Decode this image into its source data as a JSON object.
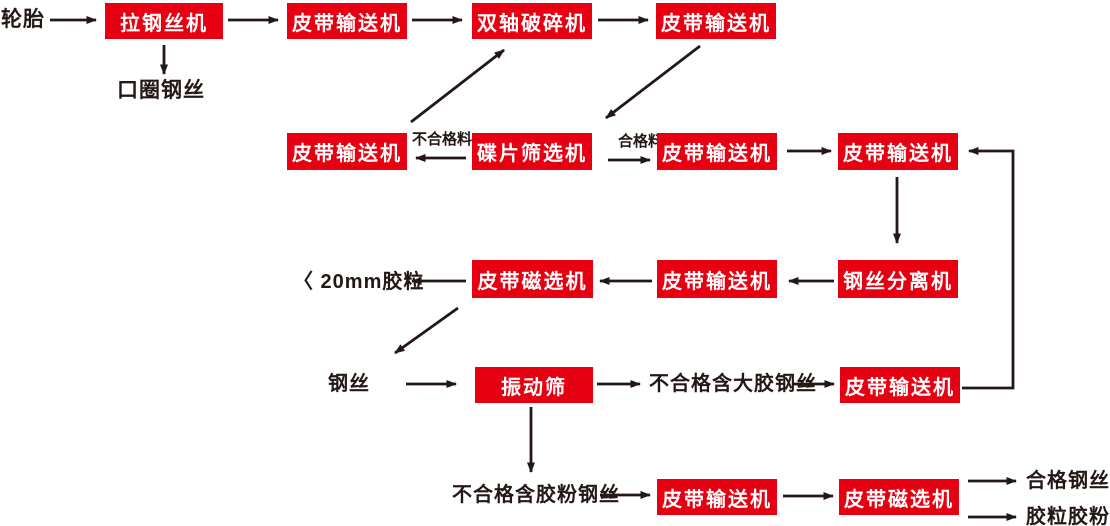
{
  "colors": {
    "box_fill": "#e60012",
    "box_text": "#ffffff",
    "line": "#231815",
    "text": "#231815",
    "background": "#ffffff"
  },
  "nodes": {
    "tire": {
      "label": "轮胎"
    },
    "wire_drawing_machine": {
      "label": "拉钢丝机"
    },
    "belt_conveyor_1": {
      "label": "皮带输送机"
    },
    "double_shaft_crusher": {
      "label": "双轴破碎机"
    },
    "belt_conveyor_2": {
      "label": "皮带输送机"
    },
    "bead_wire": {
      "label": "口圈钢丝"
    },
    "belt_conveyor_3": {
      "label": "皮带输送机"
    },
    "disc_screening_machine": {
      "label": "碟片筛选机"
    },
    "belt_conveyor_4": {
      "label": "皮带输送机"
    },
    "belt_conveyor_5": {
      "label": "皮带输送机"
    },
    "rubber_granules_under_20mm": {
      "label": "〈 20mm胶粒"
    },
    "belt_magnetic_separator_1": {
      "label": "皮带磁选机"
    },
    "belt_conveyor_6": {
      "label": "皮带输送机"
    },
    "wire_separator": {
      "label": "钢丝分离机"
    },
    "steel_wire": {
      "label": "钢丝"
    },
    "vibrating_screen": {
      "label": "振动筛"
    },
    "unqualified_wire_large_rubber": {
      "label": "不合格含大胶钢丝"
    },
    "belt_conveyor_7": {
      "label": "皮带输送机"
    },
    "unqualified_wire_rubber_powder": {
      "label": "不合格含胶粉钢丝"
    },
    "belt_conveyor_8": {
      "label": "皮带输送机"
    },
    "belt_magnetic_separator_2": {
      "label": "皮带磁选机"
    },
    "qualified_steel_wire": {
      "label": "合格钢丝"
    },
    "rubber_granules_and_powder": {
      "label": "胶粒胶粉"
    }
  },
  "edge_labels": {
    "unqualified_material": {
      "label": "不合格料"
    },
    "qualified_material": {
      "label": "合格料"
    }
  }
}
